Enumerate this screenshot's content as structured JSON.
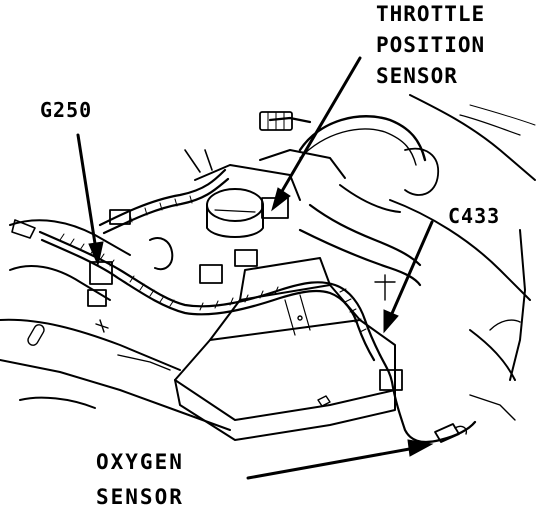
{
  "labels": {
    "tps": [
      "THROTTLE",
      "POSITION",
      "SENSOR"
    ],
    "g250": "G250",
    "c433": "C433",
    "o2": [
      "OXYGEN",
      "SENSOR"
    ]
  },
  "colors": {
    "ink": "#000000",
    "paper": "#ffffff"
  }
}
